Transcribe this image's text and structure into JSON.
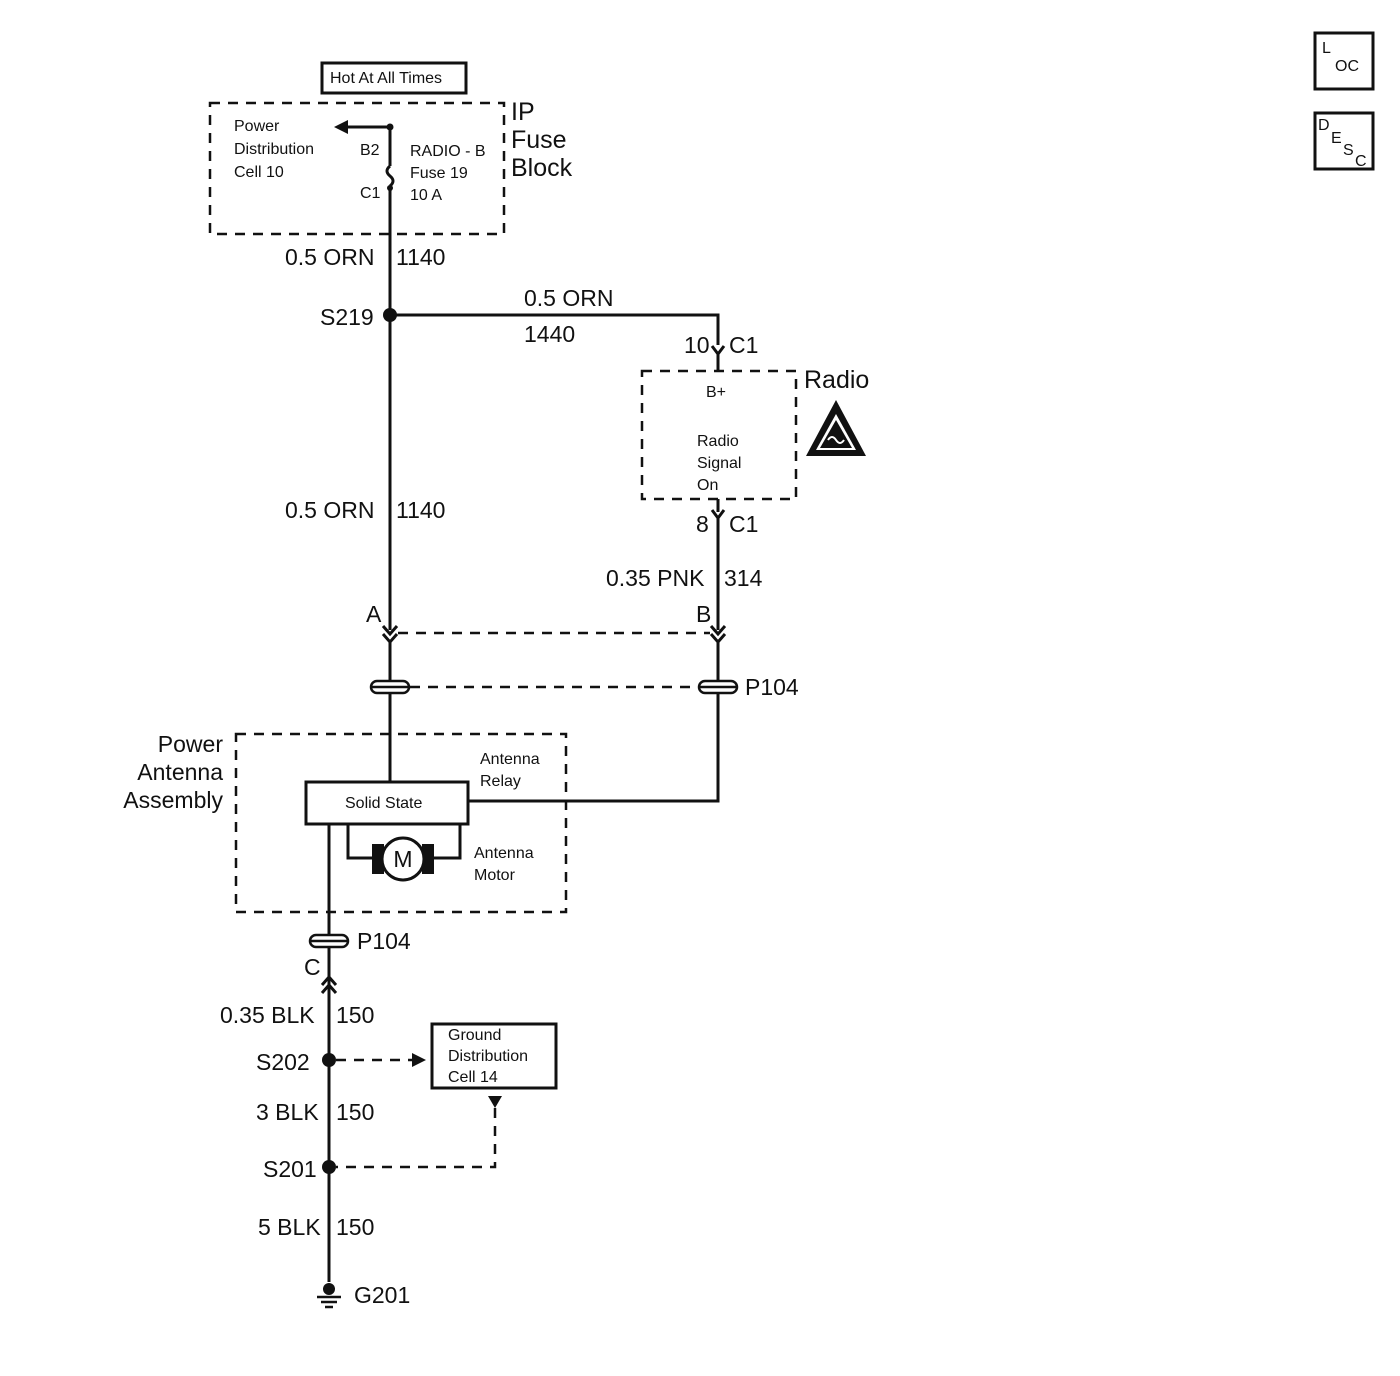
{
  "nav": {
    "loc": {
      "main": "L",
      "sub": "OC"
    },
    "desc": {
      "d": "D",
      "e": "E",
      "s": "S",
      "c": "C"
    }
  },
  "fuse_block": {
    "hot_label": "Hot At All Times",
    "name": [
      "IP",
      "Fuse",
      "Block"
    ],
    "pdc": [
      "Power",
      "Distribution",
      "Cell 10"
    ],
    "fuse": [
      "RADIO - B",
      "Fuse 19",
      "10 A"
    ],
    "pin_top": "B2",
    "pin_bottom": "C1"
  },
  "wires": {
    "w1": "0.5 ORN",
    "w1_id": "1140",
    "w2": "0.5 ORN",
    "w2_id": "1440",
    "w3": "0.5 ORN",
    "w3_id": "1140",
    "w4": "0.35 PNK",
    "w4_id": "314",
    "w5": "0.35 BLK",
    "w5_id": "150",
    "w6": "3 BLK",
    "w6_id": "150",
    "w7": "5 BLK",
    "w7_id": "150"
  },
  "splices": {
    "s219": "S219",
    "s202": "S202",
    "s201": "S201"
  },
  "radio": {
    "title": "Radio",
    "pin_in": "10",
    "pin_in_conn": "C1",
    "pin_out": "8",
    "pin_out_conn": "C1",
    "bplus": "B+",
    "signal": [
      "Radio",
      "Signal",
      "On"
    ]
  },
  "connectors": {
    "a": "A",
    "b": "B",
    "c": "C",
    "p104": "P104",
    "p104b": "P104"
  },
  "antenna": {
    "assembly": [
      "Power",
      "Antenna",
      "Assembly"
    ],
    "relay": [
      "Antenna",
      "Relay"
    ],
    "solid_state": "Solid State",
    "motor_symbol": "M",
    "motor": [
      "Antenna",
      "Motor"
    ]
  },
  "ground": {
    "distribution": [
      "Ground",
      "Distribution",
      "Cell 14"
    ],
    "g201": "G201"
  }
}
